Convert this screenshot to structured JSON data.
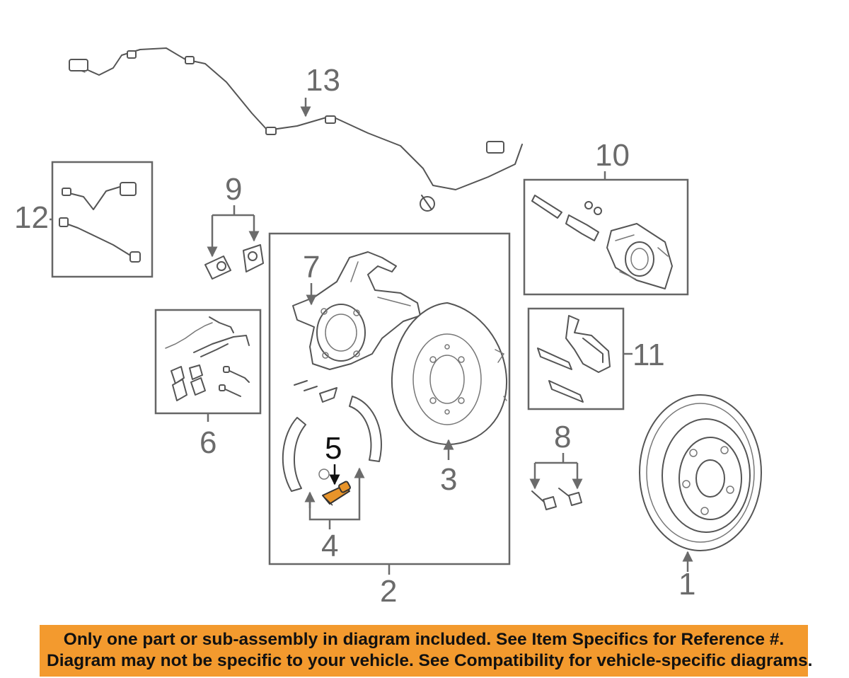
{
  "callouts": {
    "c1": "1",
    "c2": "2",
    "c3": "3",
    "c4": "4",
    "c5": "5",
    "c6": "6",
    "c7": "7",
    "c8": "8",
    "c9": "9",
    "c10": "10",
    "c11": "11",
    "c12": "12",
    "c13": "13"
  },
  "highlight_color": "#E8942A",
  "banner": {
    "background": "#F39A2E",
    "line1": "Only one part or sub-assembly in diagram included. See Item Specifics for Reference #.",
    "line2": "Diagram may not be specific to your vehicle. See Compatibility for vehicle-specific diagrams."
  }
}
